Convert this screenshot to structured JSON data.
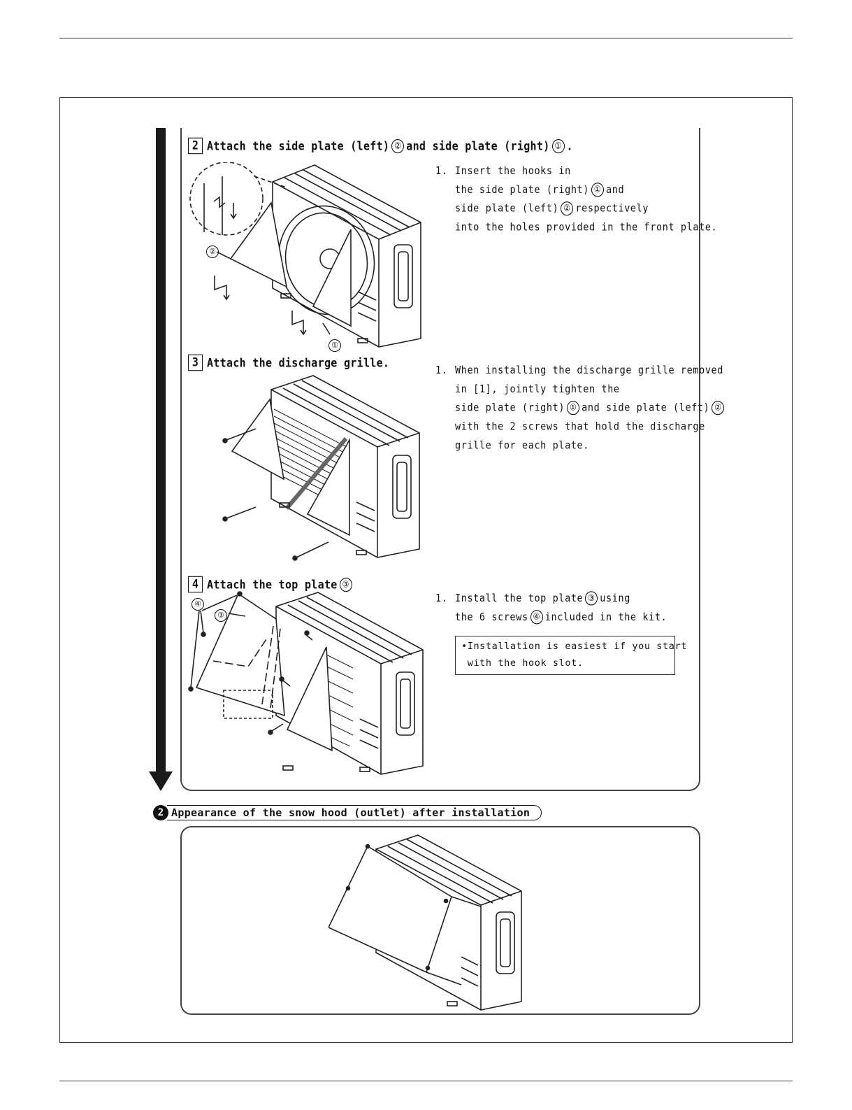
{
  "steps": [
    {
      "number": "2",
      "title_a": "Attach the side plate (left)",
      "ref_a": "②",
      "title_b": "and side plate (right)",
      "ref_b": "①",
      "title_end": ".",
      "instruction_num": "1.",
      "lines": [
        "Insert the hooks in",
        "the side plate (right)",
        "and",
        "side plate (left)",
        "respectively",
        "into the holes provided in the front plate."
      ],
      "refs": [
        "①",
        "②"
      ],
      "callouts": [
        "②",
        "①"
      ]
    },
    {
      "number": "3",
      "title": "Attach the discharge grille.",
      "instruction_num": "1.",
      "lines": [
        "When installing the discharge grille removed",
        "in [1], jointly tighten the",
        "side plate (right)",
        "and side plate (left)",
        "with the 2 screws that hold the discharge",
        "grille for each plate."
      ],
      "refs": [
        "①",
        "②"
      ]
    },
    {
      "number": "4",
      "title": "Attach the top plate",
      "ref": "③",
      "instruction_num": "1.",
      "lines": [
        "Install the top plate",
        "using",
        "the 6 screws",
        "included in the kit."
      ],
      "refs": [
        "③",
        "④"
      ],
      "note": "•Installation is easiest if you start\n with the hook slot.",
      "callouts": [
        "④",
        "③"
      ]
    }
  ],
  "section2": {
    "badge": "2",
    "title": "Appearance of the snow hood (outlet) after installation"
  }
}
